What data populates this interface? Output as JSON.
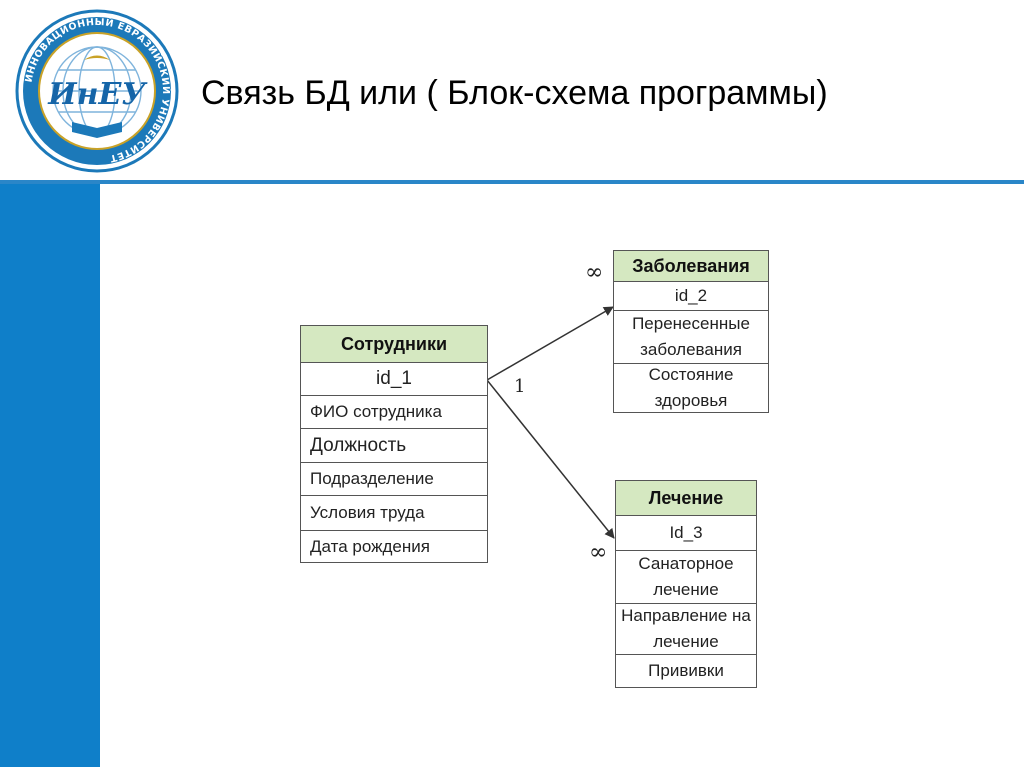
{
  "header": {
    "title": "Связь БД или ( Блок-схема программы)",
    "logo": {
      "text": "ИнЕУ",
      "ring_text": "ИННОВАЦИОННЫЙ ЕВРАЗИЙСКИЙ УНИВЕРСИТЕТ"
    }
  },
  "diagram": {
    "entities": {
      "employees": {
        "title": "Сотрудники",
        "fields": [
          "id_1",
          "ФИО сотрудника",
          "Должность",
          "Подразделение",
          "Условия труда",
          "Дата рождения"
        ]
      },
      "diseases": {
        "title": "Заболевания",
        "fields": [
          "id_2",
          "Перенесенные заболевания",
          "Состояние здоровья"
        ]
      },
      "treatment": {
        "title": "Лечение",
        "fields": [
          "Id_3",
          "Санаторное лечение",
          "Направление на лечение",
          "Прививки"
        ]
      }
    },
    "relations": {
      "one_label": "1",
      "many_label_diseases": "∞",
      "many_label_treatment": "∞"
    }
  },
  "colors": {
    "accent": "#0f7fc9",
    "entity_header": "#d5e8c1",
    "border": "#555555"
  }
}
